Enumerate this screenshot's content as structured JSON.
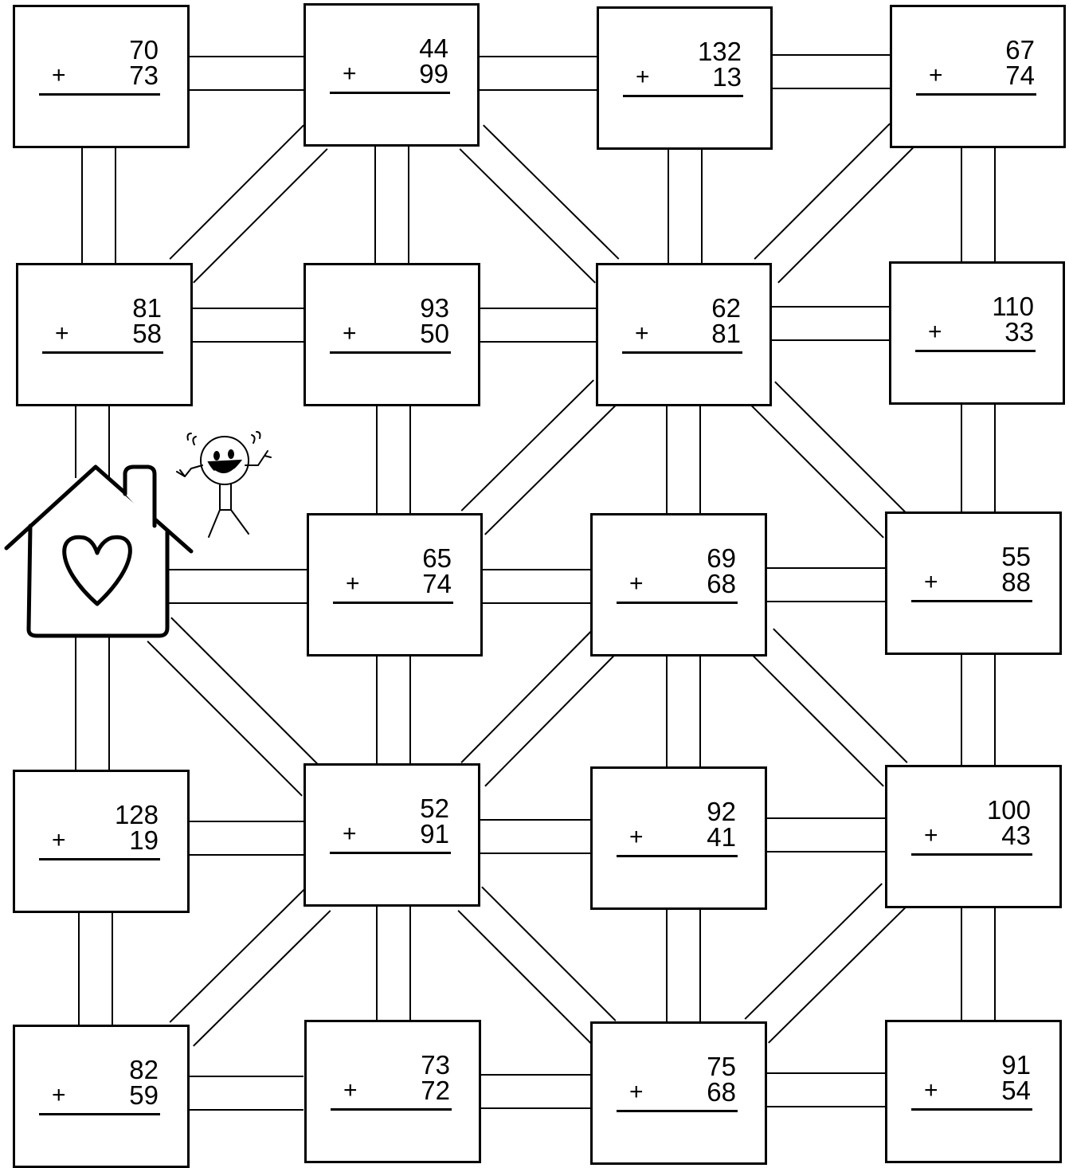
{
  "theme": {
    "line_color": "#000000",
    "background": "#ffffff"
  },
  "icons": [
    "house-heart-icon",
    "happy-kid-icon"
  ],
  "operator": "+",
  "problems": [
    {
      "a": "70",
      "b": "73"
    },
    {
      "a": "44",
      "b": "99"
    },
    {
      "a": "132",
      "b": "13"
    },
    {
      "a": "67",
      "b": "74"
    },
    {
      "a": "81",
      "b": "58"
    },
    {
      "a": "93",
      "b": "50"
    },
    {
      "a": "62",
      "b": "81"
    },
    {
      "a": "110",
      "b": "33"
    },
    {
      "a": "65",
      "b": "74"
    },
    {
      "a": "69",
      "b": "68"
    },
    {
      "a": "55",
      "b": "88"
    },
    {
      "a": "128",
      "b": "19"
    },
    {
      "a": "52",
      "b": "91"
    },
    {
      "a": "92",
      "b": "41"
    },
    {
      "a": "100",
      "b": "43"
    },
    {
      "a": "82",
      "b": "59"
    },
    {
      "a": "73",
      "b": "72"
    },
    {
      "a": "75",
      "b": "68"
    },
    {
      "a": "91",
      "b": "54"
    }
  ]
}
